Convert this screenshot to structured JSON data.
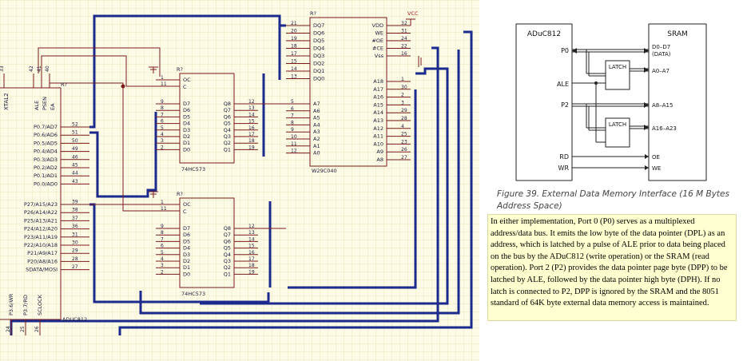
{
  "schematic": {
    "adu": {
      "part": "ADUC812",
      "xtal": "XTAL2",
      "topPins": [
        "33",
        "42",
        "41",
        "40"
      ],
      "ctrl": [
        "ALE",
        "PSEN",
        "EA"
      ],
      "rq": "R?",
      "portP0": [
        {
          "label": "P0.7/AD7",
          "num": "52"
        },
        {
          "label": "P0.6/AD6",
          "num": "51"
        },
        {
          "label": "P0.5/AD5",
          "num": "50"
        },
        {
          "label": "P0.4/AD4",
          "num": "49"
        },
        {
          "label": "P0.3/AD3",
          "num": "46"
        },
        {
          "label": "P0.2/AD2",
          "num": "45"
        },
        {
          "label": "P0.1/AD1",
          "num": "44"
        },
        {
          "label": "P0.0/AD0",
          "num": "43"
        }
      ],
      "portP2": [
        {
          "label": "P27/A15/A23",
          "num": "39"
        },
        {
          "label": "P26/A14/A22",
          "num": "38"
        },
        {
          "label": "P25/A13/A21",
          "num": "37"
        },
        {
          "label": "P24/A12/A20",
          "num": "36"
        },
        {
          "label": "P23/A11/A19",
          "num": "31"
        },
        {
          "label": "P22/A10/A18",
          "num": "30"
        },
        {
          "label": "P21/A9/A17",
          "num": "29"
        },
        {
          "label": "P20/A8/A16",
          "num": "28"
        },
        {
          "label": "SDATA/MOSI",
          "num": "27"
        }
      ],
      "bottom": [
        {
          "label": "P3.6/WR",
          "num": "24"
        },
        {
          "label": "P3.7/RD",
          "num": "25"
        },
        {
          "label": "SCLOCK",
          "num": "26"
        }
      ]
    },
    "latch": {
      "part": "74HC573",
      "rq": "R?",
      "oe": "OC",
      "c": "C",
      "oeNums": [
        "1",
        "11"
      ],
      "dLabels": [
        "D7",
        "D6",
        "D5",
        "D4",
        "D3",
        "D2",
        "D1",
        "D0"
      ],
      "dNums": [
        "9",
        "8",
        "7",
        "6",
        "5",
        "4",
        "3",
        "2"
      ],
      "qLabels": [
        "Q8",
        "Q7",
        "Q6",
        "Q5",
        "Q4",
        "Q3",
        "Q2",
        "Q1"
      ],
      "qNums": [
        "12",
        "13",
        "14",
        "15",
        "16",
        "17",
        "18",
        "19"
      ]
    },
    "mem": {
      "part": "W29C040",
      "rq": "R?",
      "vcc": "VCC",
      "dqLabels": [
        "DQ7",
        "DQ6",
        "DQ5",
        "DQ4",
        "DQ3",
        "DQ2",
        "DQ1",
        "DQ0"
      ],
      "dqNums": [
        "21",
        "20",
        "19",
        "18",
        "17",
        "15",
        "14",
        "13"
      ],
      "aLeftLabels": [
        "A7",
        "A6",
        "A5",
        "A4",
        "A3",
        "A2",
        "A1",
        "A0"
      ],
      "aLeftNums": [
        "5",
        "6",
        "7",
        "8",
        "9",
        "10",
        "11",
        "12"
      ],
      "ctrlLabels": [
        "VDD",
        "WE",
        "#OE",
        "#CE",
        "Vss"
      ],
      "ctrlNums": [
        "32",
        "31",
        "24",
        "22",
        "16"
      ],
      "aRightLabels": [
        "A18",
        "A17",
        "A16",
        "A15",
        "A14",
        "A13",
        "A12",
        "A11",
        "A10",
        "A9",
        "A8"
      ],
      "aRightNums": [
        "1",
        "30",
        "2",
        "3",
        "29",
        "28",
        "4",
        "25",
        "23",
        "26",
        "27"
      ]
    }
  },
  "figure": {
    "left_title": "ADuC812",
    "right_title": "SRAM",
    "p0": "P0",
    "ale": "ALE",
    "p2": "P2",
    "rd": "RD",
    "wr": "WR",
    "latch": "LATCH",
    "d_label": "D0–D7",
    "d_sub": "(DATA)",
    "a_low": "A0–A7",
    "a_mid": "A8–A15",
    "a_high": "A16–A23",
    "oe": "OE",
    "we": "WE",
    "caption": "Figure 39.  External Data Memory Interface (16 M Bytes Address Space)"
  },
  "paragraph": "In either implementation, Port 0 (P0) serves as a multiplexed address/data bus. It emits the low byte of the data pointer (DPL) as an address, which is latched by a pulse of ALE prior to data being placed on the bus by the ADuC812 (write operation) or the SRAM (read operation). Port 2 (P2) provides the data pointer page byte (DPP) to be latched by ALE, followed by the data pointer high byte (DPH). If no latch is connected to P2, DPP is ignored by the SRAM and the 8051 standard of 64K byte external data memory access is maintained."
}
